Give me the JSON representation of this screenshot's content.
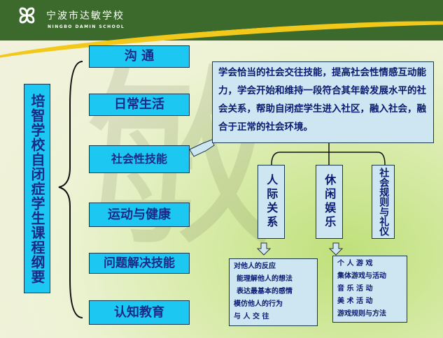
{
  "logo": {
    "name": "宁波市达敏学校",
    "subtitle": "NINGBO DAMIN SCHOOL"
  },
  "watermark": "敏",
  "title": "培智学校自闭症学生课程纲要",
  "categories": [
    "沟 通",
    "日常生活",
    "社会性技能",
    "运动与健康",
    "问题解决技能",
    "认知教育"
  ],
  "callout": "学会恰当的社会交往技能，提高社会性情感互动能力，学会开始和维持一段符合其年龄发展水平的社会关系，帮助自闭症学生进入社区，融入社会，融合于正常的社会环境。",
  "subcategories": [
    "人际关系",
    "休闲娱乐",
    "社会规则与礼仪"
  ],
  "interpersonal_items": [
    "对他人的反应",
    "能理解他人的想法",
    "表达最基本的感情",
    "模仿他人的行为",
    "与 人 交 往"
  ],
  "leisure_items": [
    "个 人 游 戏",
    "集体游戏与活动",
    "音 乐 活 动",
    "美 术 活 动",
    "游戏规则与方法"
  ],
  "colors": {
    "header": "#3c6a2c",
    "box": "#1cc8f2",
    "text": "#1a2a86",
    "callout": "#cde6f2"
  }
}
